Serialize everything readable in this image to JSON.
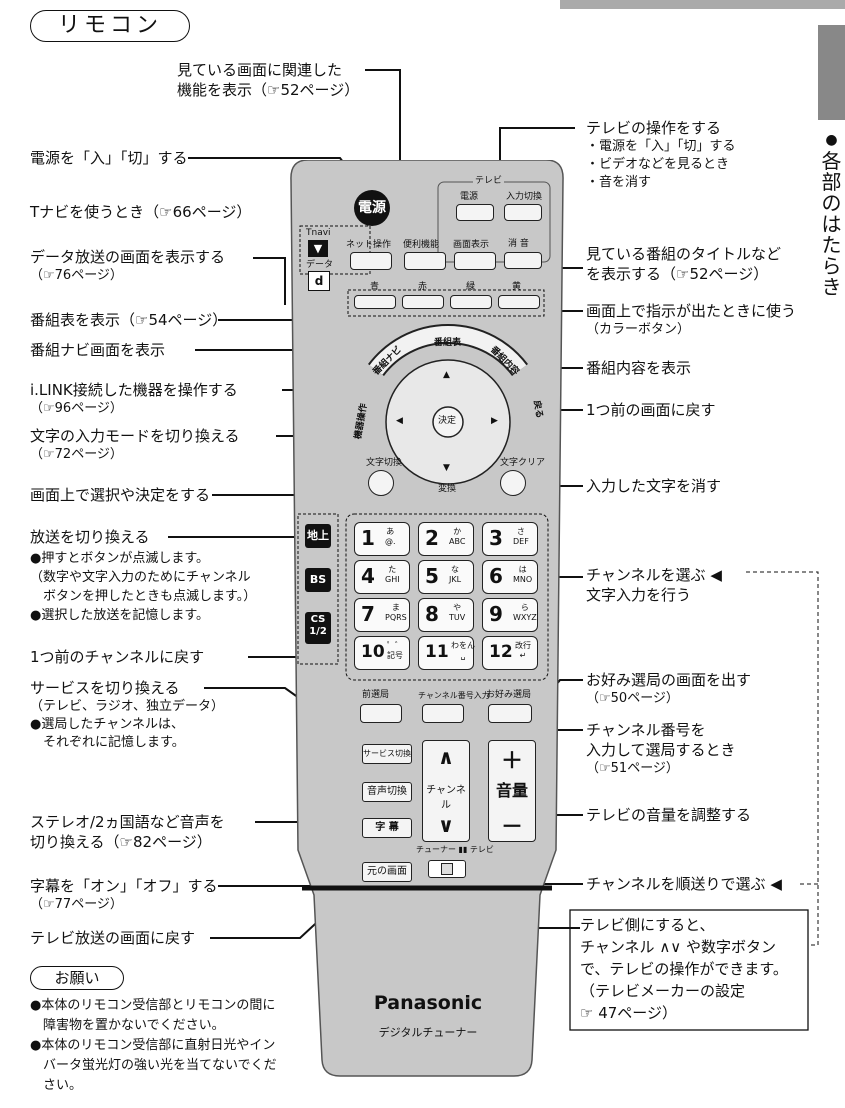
{
  "page": {
    "section_title": "リモコン",
    "vertical_title": "各部のはたらき"
  },
  "callouts": {
    "related_func": [
      "見ている画面に関連した",
      "機能を表示（☞52ページ）"
    ],
    "power": "電源を「入」「切」する",
    "tnavi": "Tナビを使うとき（☞66ページ）",
    "data_broadcast": [
      "データ放送の画面を表示する",
      "（☞76ページ）"
    ],
    "epg": "番組表を表示（☞54ページ）",
    "navi": "番組ナビ画面を表示",
    "ilink": [
      "i.LINK接続した機器を操作する",
      "（☞96ページ）"
    ],
    "input_mode": [
      "文字の入力モードを切り換える",
      "（☞72ページ）"
    ],
    "select_decide": "画面上で選択や決定をする",
    "broadcast_switch": "放送を切り換える",
    "broadcast_notes": [
      "●押すとボタンが点滅します。",
      "（数字や文字入力のためにチャンネル",
      "　ボタンを押したときも点滅します。）",
      "●選択した放送を記憶します。"
    ],
    "prev_channel": "1つ前のチャンネルに戻す",
    "service_switch": [
      "サービスを切り換える",
      "（テレビ、ラジオ、独立データ）",
      "●選局したチャンネルは、",
      "　それぞれに記憶します。"
    ],
    "audio_switch": [
      "ステレオ/2ヵ国語など音声を",
      "切り換える（☞82ページ）"
    ],
    "subtitle": [
      "字幕を「オン」「オフ」する",
      "（☞77ページ）"
    ],
    "tv_return": "テレビ放送の画面に戻す",
    "tv_ops": "テレビの操作をする",
    "tv_ops_items": [
      "・電源を「入」「切」する",
      "・ビデオなどを見るとき",
      "・音を消す"
    ],
    "program_title": [
      "見ている番組のタイトルなど",
      "を表示する（☞52ページ）"
    ],
    "color_buttons": [
      "画面上で指示が出たときに使う",
      "（カラーボタン）"
    ],
    "program_info": "番組内容を表示",
    "back": "1つ前の画面に戻す",
    "erase_char": "入力した文字を消す",
    "channel_select": [
      "チャンネルを選ぶ ◀",
      "文字入力を行う"
    ],
    "favorites": [
      "お好み選局の画面を出す",
      "（☞50ページ）"
    ],
    "channel_number": [
      "チャンネル番号を",
      "入力して選局するとき",
      "（☞51ページ）"
    ],
    "volume": "テレビの音量を調整する",
    "channel_seq": "チャンネルを順送りで選ぶ ◀",
    "tv_side_box": [
      "テレビ側にすると、",
      "チャンネル ∧∨ や数字ボタン",
      "で、テレビの操作ができます。",
      "（テレビメーカーの設定",
      "☞ 47ページ）"
    ]
  },
  "notice": {
    "title": "お願い",
    "items": [
      "●本体のリモコン受信部とリモコンの間に",
      "　障害物を置かないでください。",
      "●本体のリモコン受信部に直射日光やイン",
      "　バータ蛍光灯の強い光を当てないでくだ",
      "　さい。"
    ]
  },
  "remote": {
    "brand": "Panasonic",
    "model": "デジタルチューナー",
    "power": "電源",
    "tnavi": "Tnavi",
    "data_label": "データ",
    "data_btn": "d",
    "net_ops": "ネット操作",
    "convenient": "便利機能",
    "screen_disp": "画面表示",
    "tv_group": "テレビ",
    "tv_power": "電源",
    "tv_input": "入力切換",
    "tv_mute": "消 音",
    "colors": [
      "青",
      "赤",
      "緑",
      "黄"
    ],
    "epg": "番組表",
    "navi": "番組ナビ",
    "info": "番組内容",
    "device_ops": "機器操作",
    "back": "戻る",
    "decide": "決定",
    "mode_switch": "文字切換",
    "char_clear": "文字クリア",
    "convert": "変換",
    "ground": "地上",
    "bs": "BS",
    "cs": "CS\n1/2",
    "keys": [
      {
        "n": "1",
        "s": "あ\n@."
      },
      {
        "n": "2",
        "s": "か\nABC"
      },
      {
        "n": "3",
        "s": "さ\nDEF"
      },
      {
        "n": "4",
        "s": "た\nGHI"
      },
      {
        "n": "5",
        "s": "な\nJKL"
      },
      {
        "n": "6",
        "s": "は\nMNO"
      },
      {
        "n": "7",
        "s": "ま\nPQRS"
      },
      {
        "n": "8",
        "s": "や\nTUV"
      },
      {
        "n": "9",
        "s": "ら\nWXYZ"
      },
      {
        "n": "10",
        "s": "゜゛\n記号"
      },
      {
        "n": "11",
        "s": "わをん\n␣"
      },
      {
        "n": "12",
        "s": "改行\n↵"
      }
    ],
    "prev": "前選局",
    "ch_input": "チャンネル番号入力",
    "fav": "お好み選局",
    "service": "サービス切換",
    "audio": "音声切換",
    "subtitle": "字 幕",
    "home": "元の画面",
    "ch": "チャンネル",
    "vol": "音量",
    "ch_up": "∧",
    "ch_down": "∨",
    "vol_up": "＋",
    "vol_down": "－",
    "switch_label": "チューナー ▮▮ テレビ"
  }
}
